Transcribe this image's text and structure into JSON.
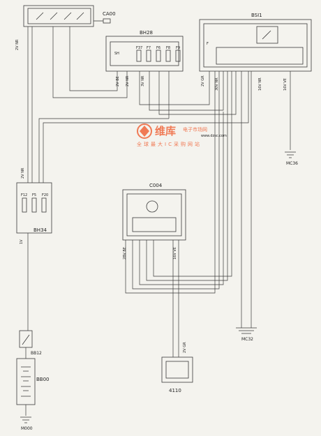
{
  "components": {
    "cad0": "CA00",
    "bh28": "BH28",
    "bsi1": "BSI1",
    "c004": "C004",
    "bh34": "BH34",
    "bb00": "BB00",
    "c4110": "4110"
  },
  "grounds": {
    "mc36": "MC36",
    "mc32": "MC32",
    "m000": "M000"
  },
  "fuses": {
    "bh28": [
      "F37",
      "F7",
      "F6",
      "F8",
      "F9"
    ],
    "bh34": [
      "F12",
      "F5",
      "F20"
    ]
  },
  "connectors": {
    "bh28_sh": "SH",
    "bsi1_f": "F",
    "bb12": "BB12"
  },
  "wire_labels": {
    "cad0_conn": "2V NR",
    "bh28_left": "2V BE",
    "bh28_mid": "2V NR",
    "bh28_right": "3V NR",
    "bsi1_left": "2V GR",
    "bsi1_mid1": "30V NR",
    "bsi1_mid2": "16V NR",
    "bsi1_right": "16V VE",
    "bh34_top": "2V NR",
    "bh34_bot": "1V",
    "c004_a": "28V BE",
    "c004_b": "16V VE",
    "c4110": "2V GR"
  },
  "watermark": {
    "main": "维库",
    "brand": "电子市场网",
    "url": "www.dzsc.com",
    "slogan": "全球最大IC采购网站"
  },
  "colors": {
    "line": "#3a3a3a",
    "paper": "#f4f3ee",
    "watermark": "#f07a55"
  }
}
